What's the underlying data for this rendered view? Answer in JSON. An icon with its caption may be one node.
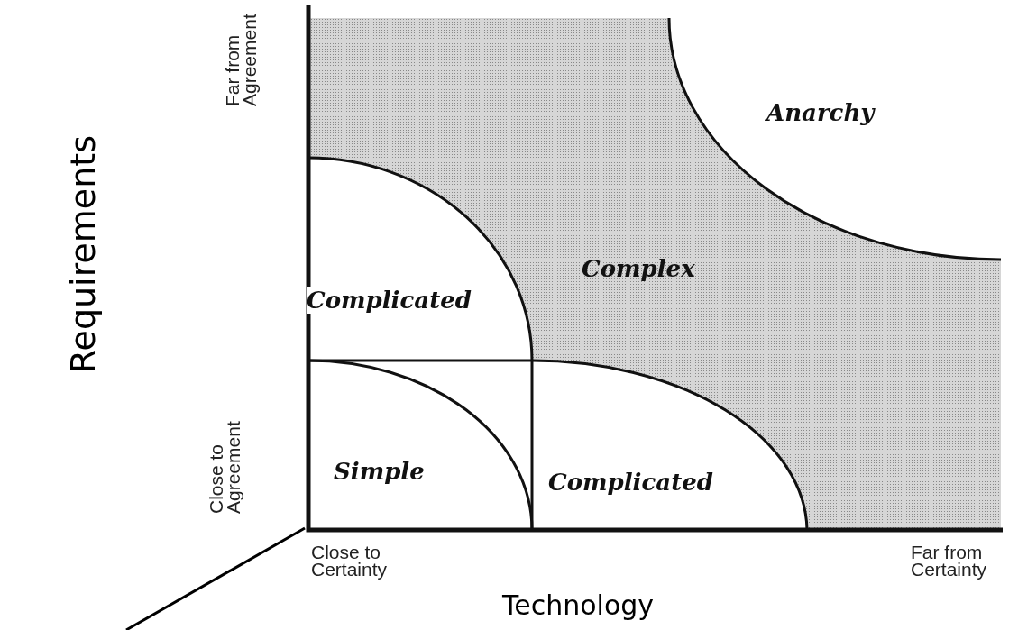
{
  "diagram": {
    "nodes": [
      {
        "text": [
          "Anarchy"
        ]
      },
      {
        "text": [
          "Complex"
        ]
      },
      {
        "text": [
          "Complicated"
        ]
      },
      {
        "text": [
          "Simple"
        ]
      },
      {
        "text": [
          "Complicated"
        ]
      }
    ],
    "labels": [
      "Far from Agreement",
      "Requirements",
      "Close to Agreement",
      "Close to Certainty",
      "Far from Certainty",
      "Technology"
    ]
  }
}
